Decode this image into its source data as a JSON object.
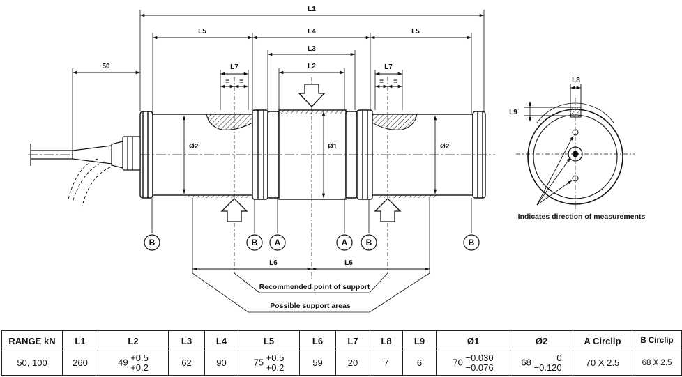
{
  "drawing": {
    "dimensions": {
      "l1": "L1",
      "l2": "L2",
      "l3": "L3",
      "l4": "L4",
      "l5_left": "L5",
      "l5_right": "L5",
      "l6_left": "L6",
      "l6_right": "L6",
      "l7_left": "L7",
      "l7_right": "L7",
      "l8": "L8",
      "l9": "L9",
      "cable": "50",
      "d1": "Ø1",
      "d2_left": "Ø2",
      "d2_right": "Ø2",
      "eq": "="
    },
    "circlips": [
      "B",
      "B",
      "A",
      "A",
      "B",
      "B"
    ],
    "annotations": {
      "recommended": "Recommended point of support",
      "possible": "Possible support areas",
      "direction": "Indicates direction of measurements"
    }
  },
  "table": {
    "headers": [
      "RANGE kN",
      "L1",
      "L2",
      "L3",
      "L4",
      "L5",
      "L6",
      "L7",
      "L8",
      "L9",
      "Ø1",
      "Ø2",
      "A Circlip",
      "B Circlip"
    ],
    "row": {
      "range": "50, 100",
      "l1": "260",
      "l2_nominal": "49",
      "l2_upper": "+0.5",
      "l2_lower": "+0.2",
      "l3": "62",
      "l4": "90",
      "l5_nominal": "75",
      "l5_upper": "+0.5",
      "l5_lower": "+0.2",
      "l6": "59",
      "l7": "20",
      "l8": "7",
      "l9": "6",
      "d1_nominal": "70",
      "d1_upper": "−0.030",
      "d1_lower": "−0.076",
      "d2_nominal": "68",
      "d2_upper": "0",
      "d2_lower": "−0.120",
      "a_circlip": "70 X 2.5",
      "b_circlip": "68 X 2.5"
    }
  }
}
